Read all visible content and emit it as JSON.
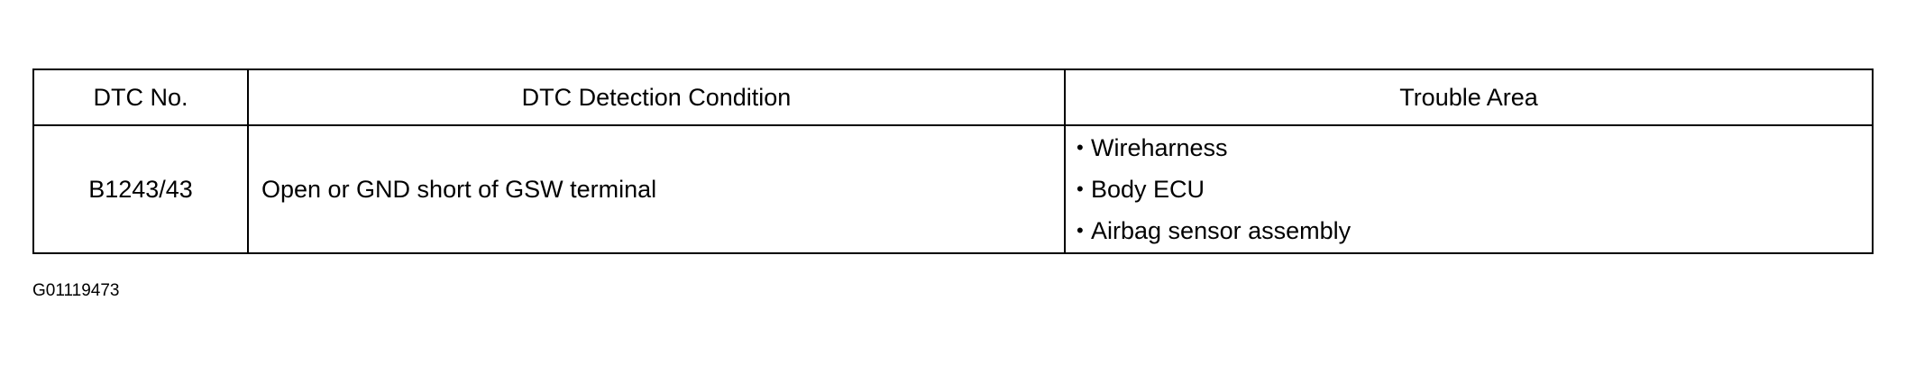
{
  "table": {
    "headers": [
      "DTC No.",
      "DTC Detection Condition",
      "Trouble Area"
    ],
    "rows": [
      {
        "dtc_no": "B1243/43",
        "condition": "Open or GND short of GSW terminal",
        "trouble_area": [
          "Wireharness",
          "Body ECU",
          "Airbag sensor assembly"
        ]
      }
    ],
    "bullet_char": "•"
  },
  "figure_id": "G01119473"
}
